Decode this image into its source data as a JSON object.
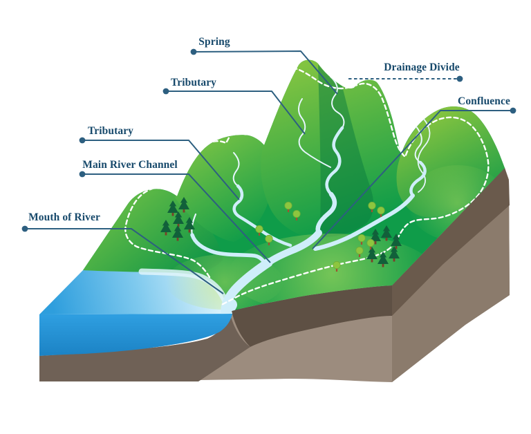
{
  "diagram": {
    "subject": "river drainage basin cross-section illustration",
    "labels": {
      "spring": "Spring",
      "drainage_divide": "Drainage Divide",
      "confluence": "Confluence",
      "tributary_upper": "Tributary",
      "tributary_lower": "Tributary",
      "main_river_channel": "Main River Channel",
      "mouth_of_river": "Mouth of River"
    },
    "colors": {
      "label_text": "#17496b",
      "leader_line": "#2d5f80",
      "terrain_green_dark": "#0f9c49",
      "terrain_green_light": "#8cc63f",
      "river_water": "#cfeefa",
      "sea_near_shore": "#e0f5fc",
      "sea_deep": "#2e9edd",
      "topsoil_brown": "#5e5044",
      "subsoil_brown": "#9c8c7e",
      "divide_line": "#ffffff"
    }
  }
}
